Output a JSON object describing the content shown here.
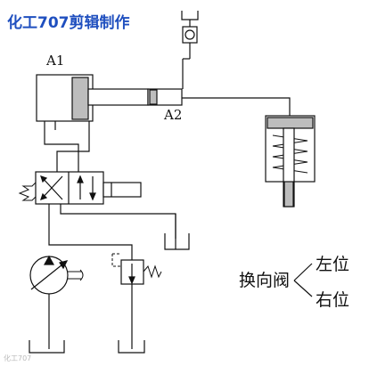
{
  "title": "化工707剪辑制作",
  "labels": {
    "cylinder_a1": "A1",
    "cylinder_a2": "A2",
    "valve_name": "换向阀",
    "position_left": "左位",
    "position_right": "右位"
  },
  "watermark": "化工707",
  "colors": {
    "title": "#1f4fbf",
    "line": "#111111",
    "piston": "#bdbdbd",
    "fill": "#ffffff"
  }
}
